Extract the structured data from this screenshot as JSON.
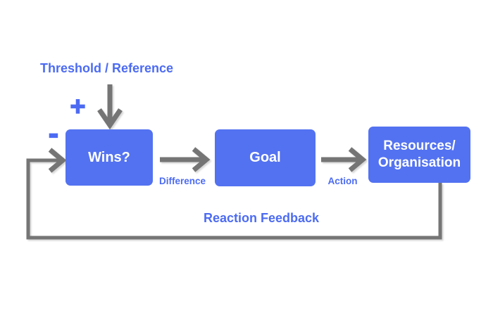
{
  "diagram": {
    "threshold_label": "Threshold / Reference",
    "plus_sign": "+",
    "minus_sign": "-",
    "boxes": {
      "wins": {
        "label": "Wins?"
      },
      "goal": {
        "label": "Goal"
      },
      "resources": {
        "line1": "Resources/",
        "line2": "Organisation"
      }
    },
    "arrows": {
      "difference_label": "Difference",
      "action_label": "Action"
    },
    "feedback_label": "Reaction Feedback",
    "colors": {
      "box_fill": "#5372F1",
      "label_blue": "#4C6BF2",
      "arrow_gray": "#757575",
      "box_text": "#FFFFFF",
      "background": "#FFFFFF"
    }
  }
}
